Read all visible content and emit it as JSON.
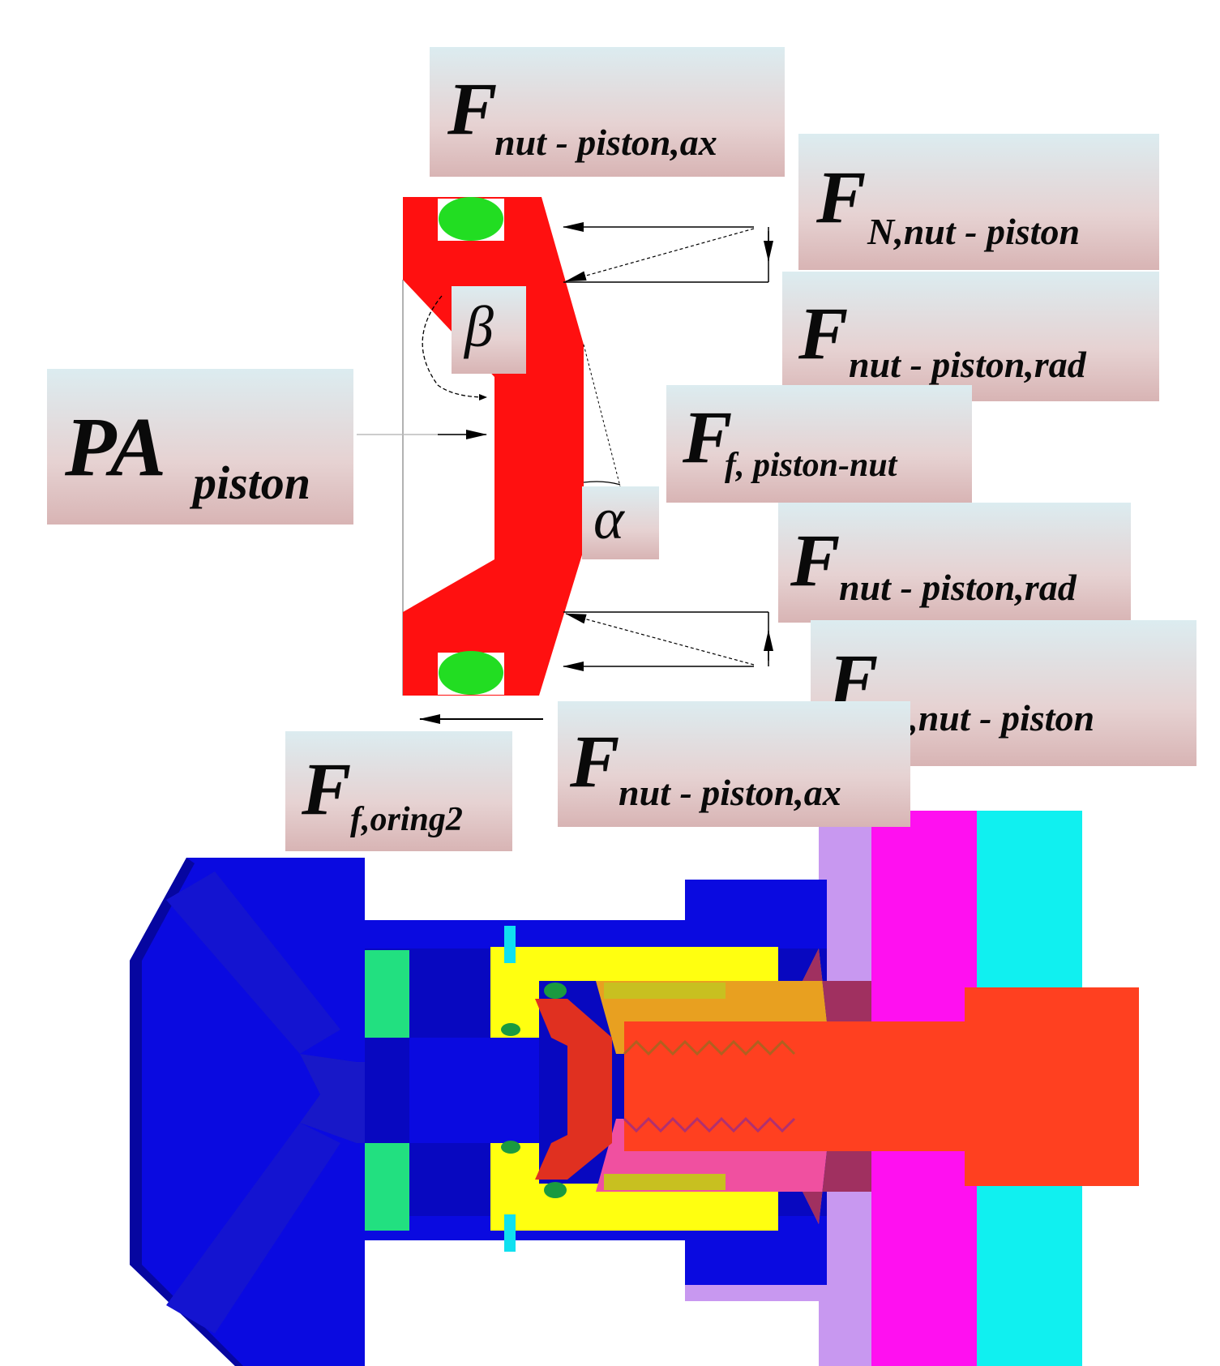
{
  "colors": {
    "piston_red": "#ff1010",
    "oring_green": "#22dd22",
    "body_blue": "#0a0ae0",
    "yellow": "#ffff10",
    "orange": "#e8a020",
    "pink": "#f050a0",
    "magenta": "#ff10f0",
    "cyan": "#10f0f0",
    "lilac": "#c898f0",
    "plum": "#a03060",
    "mint": "#22e080",
    "bolt_red": "#ff4020",
    "label_top": "#dcecf0",
    "label_bottom": "#d8b4b4"
  },
  "labels": [
    {
      "id": "f-nut-piston-ax-top",
      "main": "F",
      "sub": "nut - piston,ax"
    },
    {
      "id": "fn-nut-piston-top",
      "main": "F",
      "sub": "N,nut - piston"
    },
    {
      "id": "f-nut-piston-rad-top",
      "main": "F",
      "sub": "nut - piston,rad"
    },
    {
      "id": "pa-piston",
      "main": "PA",
      "sub": "piston"
    },
    {
      "id": "beta",
      "greek": "β"
    },
    {
      "id": "f-f-piston-nut",
      "main": "F",
      "sub": "f, piston-nut"
    },
    {
      "id": "alpha",
      "greek": "α"
    },
    {
      "id": "f-nut-piston-rad-bottom",
      "main": "F",
      "sub": "nut - piston,rad"
    },
    {
      "id": "fn-nut-piston-bottom",
      "main": "F",
      "sub": "N,nut - piston"
    },
    {
      "id": "f-nut-piston-ax-bottom",
      "main": "F",
      "sub": "nut - piston,ax"
    },
    {
      "id": "f-f-oring2",
      "main": "F",
      "sub": "f,oring2"
    }
  ]
}
